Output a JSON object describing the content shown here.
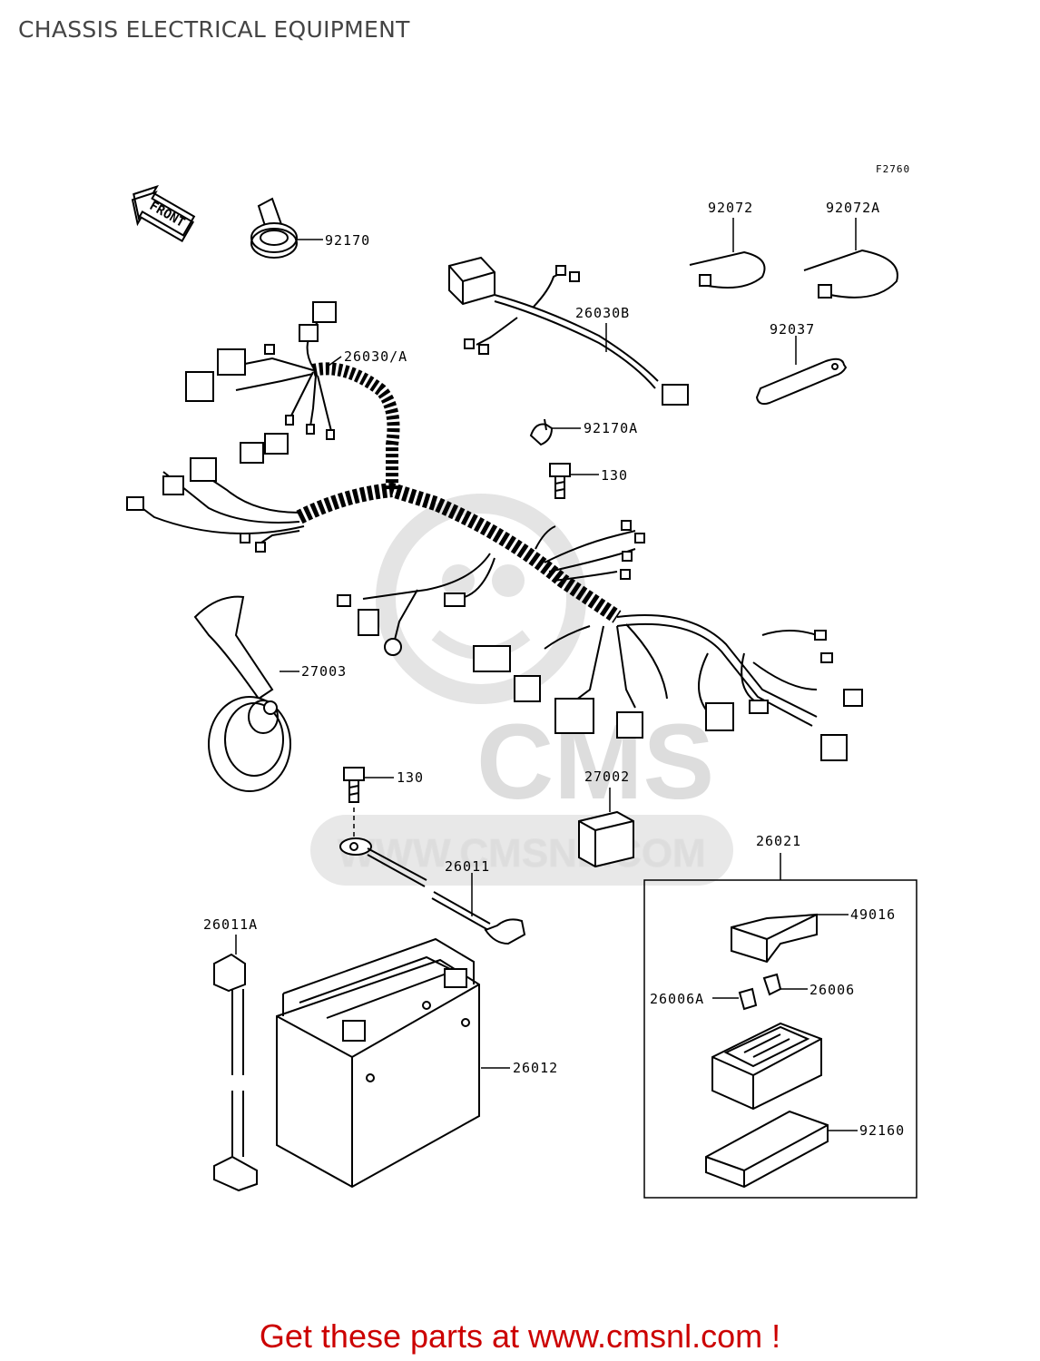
{
  "header": {
    "title": "CHASSIS ELECTRICAL EQUIPMENT"
  },
  "figure": {
    "code": "F2760",
    "front_marker": "FRONT"
  },
  "watermark": {
    "logo": "CMS",
    "url": "WWW.CMSNL.COM"
  },
  "callouts": [
    "92170",
    "92072",
    "92072A",
    "26030B",
    "26030/A",
    "92037",
    "92170A",
    "130",
    "27003",
    "130",
    "27002",
    "26011",
    "26021",
    "49016",
    "26011A",
    "26006",
    "26006A",
    "26012",
    "92160"
  ],
  "footer": {
    "cta": "Get these parts at www.cmsnl.com !"
  }
}
